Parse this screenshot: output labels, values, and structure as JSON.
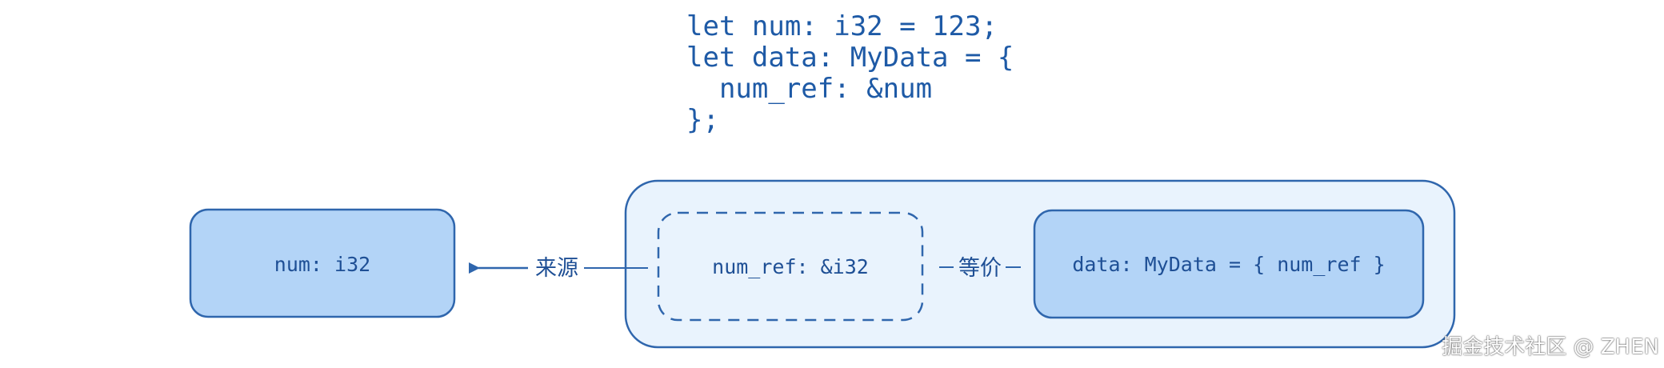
{
  "code": {
    "line1": "let num: i32 = 123;",
    "line2": "let data: MyData = {",
    "line3": "  num_ref: &num",
    "line4": "};"
  },
  "nodes": {
    "num": "num: i32",
    "num_ref": "num_ref: &i32",
    "data": "data: MyData = { num_ref }"
  },
  "edges": {
    "source_label": "来源",
    "equivalent_label": "等价"
  },
  "colors": {
    "stroke": "#2f66ad",
    "solid_fill": "#b3d4f7",
    "container_fill": "#e9f3fd",
    "text": "#1e4f95"
  },
  "watermark": "掘金技术社区 @ ZHEN"
}
